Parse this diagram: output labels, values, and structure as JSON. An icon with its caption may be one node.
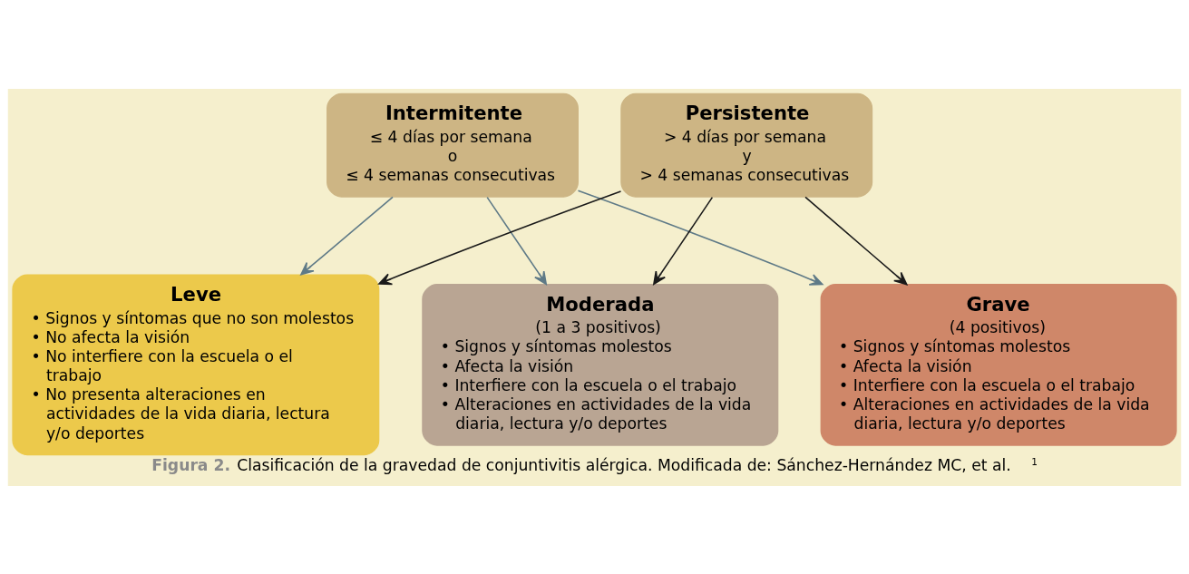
{
  "diagram": {
    "caption": "**Figura 2.** Clasificación de la gravedad de conjuntivitis alérgica. Modificada de: Sánchez-Hernández MC, et al.$^{1}$",
    "nodes": [
      {
        "text": [
          "Intermitente",
          "≤ 4 días por semana",
          "o",
          "≤ 4 semanas consecutivas"
        ]
      },
      {
        "text": [
          "Persistente",
          "> 4 días por semana",
          "y",
          "> 4 semanas consecutivas"
        ]
      },
      {
        "text": [
          "Leve",
          "• Signos y síntomas que no son molestos",
          "• No afecta la visión",
          "• No interfiere con la escuela o el trabajo",
          "• No presenta alteraciones en actividades de la vida diaria, lectura y/o deportes"
        ]
      },
      {
        "text": [
          "Moderada",
          "(1 a 3 positivos)",
          "• Signos y síntomas molestos",
          "• Afecta la visión",
          "• Interfiere con la escuela o el trabajo",
          "• Alteraciones en actividades de la vida diaria, lectura y/o deportes"
        ]
      },
      {
        "text": [
          "Grave",
          "(4 positivos)",
          "• Signos y síntomas molestos",
          "• Afecta la visión",
          "• Interfiere con la escuela o el trabajo",
          "• Alteraciones en actividades de la vida diaria, lectura y/o deportes"
        ]
      }
    ],
    "edges": [
      {
        "from": 0,
        "to": 2,
        "arrow": "to",
        "color": "#5f7a87"
      },
      {
        "from": 0,
        "to": 3,
        "arrow": "to",
        "color": "#5f7a87"
      },
      {
        "from": 0,
        "to": 4,
        "arrow": "to",
        "color": "#5f7a87"
      },
      {
        "from": 1,
        "to": 2,
        "arrow": "to",
        "color": "#1a1a1a"
      },
      {
        "from": 1,
        "to": 3,
        "arrow": "to",
        "color": "#1a1a1a"
      },
      {
        "from": 1,
        "to": 4,
        "arrow": "to",
        "color": "#1a1a1a"
      }
    ]
  }
}
